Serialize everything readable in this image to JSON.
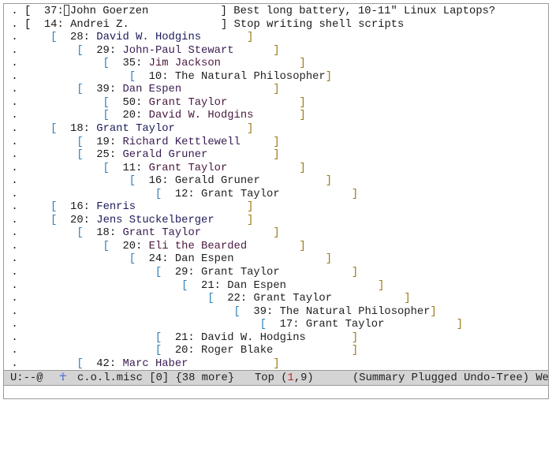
{
  "summary": {
    "lines": [
      {
        "mark": ".",
        "depth": 0,
        "count": "37",
        "author": "John Goerzen",
        "subject": "Best long battery, 10-11\" Linux Laptops?",
        "cursor": true
      },
      {
        "mark": ".",
        "depth": 0,
        "count": "14",
        "author": "Andrei Z.",
        "subject": "Stop writing shell scripts"
      },
      {
        "mark": ".",
        "depth": 1,
        "count": "28",
        "author": "David W. Hodgins",
        "subject": ""
      },
      {
        "mark": ".",
        "depth": 2,
        "count": "29",
        "author": "John-Paul Stewart",
        "subject": ""
      },
      {
        "mark": ".",
        "depth": 3,
        "count": "35",
        "author": "Jim Jackson",
        "subject": ""
      },
      {
        "mark": ".",
        "depth": 4,
        "count": "10",
        "author": "The Natural Philosopher",
        "subject": ""
      },
      {
        "mark": ".",
        "depth": 2,
        "count": "39",
        "author": "Dan Espen",
        "subject": ""
      },
      {
        "mark": ".",
        "depth": 3,
        "count": "50",
        "author": "Grant Taylor",
        "subject": ""
      },
      {
        "mark": ".",
        "depth": 3,
        "count": "20",
        "author": "David W. Hodgins",
        "subject": ""
      },
      {
        "mark": ".",
        "depth": 1,
        "count": "18",
        "author": "Grant Taylor",
        "subject": ""
      },
      {
        "mark": ".",
        "depth": 2,
        "count": "19",
        "author": "Richard Kettlewell",
        "subject": ""
      },
      {
        "mark": ".",
        "depth": 2,
        "count": "25",
        "author": "Gerald Gruner",
        "subject": ""
      },
      {
        "mark": ".",
        "depth": 3,
        "count": "11",
        "author": "Grant Taylor",
        "subject": ""
      },
      {
        "mark": ".",
        "depth": 4,
        "count": "16",
        "author": "Gerald Gruner",
        "subject": ""
      },
      {
        "mark": ".",
        "depth": 5,
        "count": "12",
        "author": "Grant Taylor",
        "subject": ""
      },
      {
        "mark": ".",
        "depth": 1,
        "count": "16",
        "author": "Fenris",
        "subject": ""
      },
      {
        "mark": ".",
        "depth": 1,
        "count": "20",
        "author": "Jens Stuckelberger",
        "subject": ""
      },
      {
        "mark": ".",
        "depth": 2,
        "count": "18",
        "author": "Grant Taylor",
        "subject": ""
      },
      {
        "mark": ".",
        "depth": 3,
        "count": "20",
        "author": "Eli the Bearded",
        "subject": ""
      },
      {
        "mark": ".",
        "depth": 4,
        "count": "24",
        "author": "Dan Espen",
        "subject": ""
      },
      {
        "mark": ".",
        "depth": 5,
        "count": "29",
        "author": "Grant Taylor",
        "subject": ""
      },
      {
        "mark": ".",
        "depth": 6,
        "count": "21",
        "author": "Dan Espen",
        "subject": ""
      },
      {
        "mark": ".",
        "depth": 7,
        "count": "22",
        "author": "Grant Taylor",
        "subject": ""
      },
      {
        "mark": ".",
        "depth": 8,
        "count": "39",
        "author": "The Natural Philosopher",
        "subject": ""
      },
      {
        "mark": ".",
        "depth": 9,
        "count": "17",
        "author": "Grant Taylor",
        "subject": ""
      },
      {
        "mark": ".",
        "depth": 5,
        "count": "21",
        "author": "David W. Hodgins",
        "subject": ""
      },
      {
        "mark": ".",
        "depth": 5,
        "count": "20",
        "author": "Roger Blake",
        "subject": ""
      },
      {
        "mark": ".",
        "depth": 2,
        "count": "42",
        "author": "Marc Haber",
        "subject": ""
      }
    ]
  },
  "modeline": {
    "status": "U:--@",
    "icon": "gnus-plugged-icon",
    "group": "c.o.l.misc [0] {38 more}",
    "position_prefix": "Top (",
    "line": "1",
    "position_suffix": ",9)",
    "modes": "(Summary Plugged Undo-Tree) We"
  },
  "colors": {
    "bracket_open": "#2f7fb8",
    "bracket_close": "#9a7a1a",
    "modeline_bg": "#d4d4d4",
    "icon": "#2a55d8"
  }
}
